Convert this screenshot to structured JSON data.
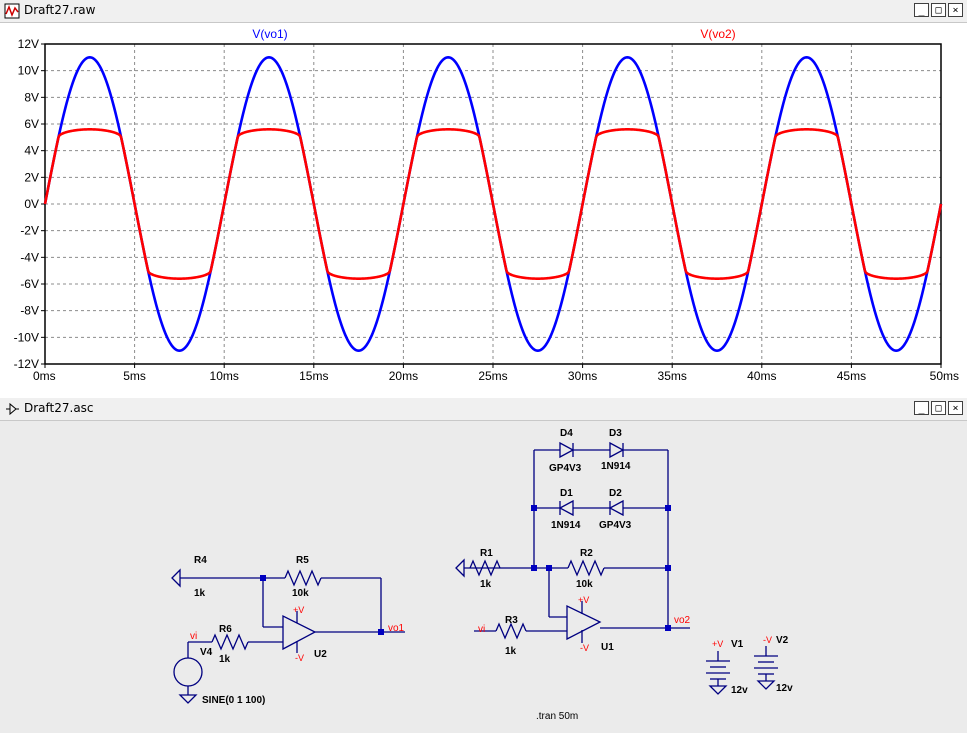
{
  "waveform_window": {
    "title": "Draft27.raw",
    "buttons": [
      "_",
      "□",
      "×"
    ]
  },
  "schematic_window": {
    "title": "Draft27.asc",
    "buttons": [
      "_",
      "□",
      "×"
    ]
  },
  "chart_data": {
    "type": "line",
    "title": "",
    "xlabel": "",
    "ylabel": "",
    "xlim": [
      0,
      50
    ],
    "ylim": [
      -12,
      12
    ],
    "x_ticks": [
      "0ms",
      "5ms",
      "10ms",
      "15ms",
      "20ms",
      "25ms",
      "30ms",
      "35ms",
      "40ms",
      "45ms",
      "50ms"
    ],
    "y_ticks": [
      "12V",
      "10V",
      "8V",
      "6V",
      "4V",
      "2V",
      "0V",
      "-2V",
      "-4V",
      "-6V",
      "-8V",
      "-10V",
      "-12V"
    ],
    "grid": true,
    "series": [
      {
        "name": "V(vo1)",
        "color": "#0000ff",
        "shape": "sine",
        "amplitude": 11,
        "frequency_hz": 100
      },
      {
        "name": "V(vo2)",
        "color": "#ff0000",
        "shape": "clipped sine",
        "amplitude": 11,
        "frequency_hz": 100,
        "knee": 5,
        "peak": 5.6
      }
    ]
  },
  "schematic": {
    "components": {
      "R4": {
        "name": "R4",
        "value": "1k"
      },
      "R5": {
        "name": "R5",
        "value": "10k"
      },
      "R6": {
        "name": "R6",
        "value": "1k"
      },
      "V4": {
        "name": "V4",
        "value": "SINE(0 1 100)"
      },
      "U2": {
        "name": "U2"
      },
      "R1": {
        "name": "R1",
        "value": "1k"
      },
      "R2": {
        "name": "R2",
        "value": "10k"
      },
      "R3": {
        "name": "R3",
        "value": "1k"
      },
      "U1": {
        "name": "U1"
      },
      "D1": {
        "name": "D1",
        "value": "1N914"
      },
      "D2": {
        "name": "D2",
        "value": "GP4V3"
      },
      "D3": {
        "name": "D3",
        "value": "1N914"
      },
      "D4": {
        "name": "D4",
        "value": "GP4V3"
      },
      "V1": {
        "name": "V1",
        "value": "12v"
      },
      "V2": {
        "name": "V2",
        "value": "12v"
      }
    },
    "nets": {
      "vi": "vi",
      "vo1": "vo1",
      "vo2": "vo2",
      "plus_v": "+V",
      "minus_v": "-V"
    },
    "directive": ".tran 50m"
  }
}
